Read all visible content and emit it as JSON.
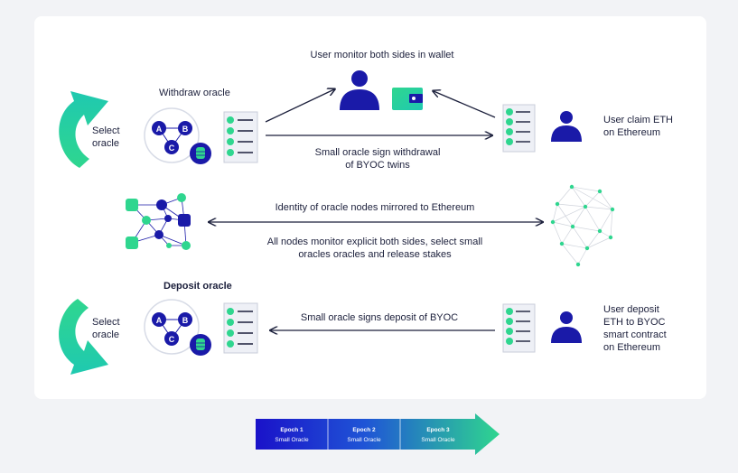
{
  "top": {
    "title": "User monitor both sides in wallet",
    "withdraw_oracle": "Withdraw oracle",
    "select_line1": "Select",
    "select_line2": "oracle",
    "user_claim_line1": "User claim ETH",
    "user_claim_line2": "on Ethereum",
    "sign_line1": "Small oracle sign withdrawal",
    "sign_line2": "of BYOC twins"
  },
  "middle": {
    "identity": "Identity of oracle nodes mirrored to Ethereum",
    "monitor_line1": "All nodes monitor explicit both sides, select small",
    "monitor_line2": "oracles oracles and release stakes"
  },
  "bottom": {
    "deposit_oracle": "Deposit oracle",
    "select_line1": "Select",
    "select_line2": "oracle",
    "signs_deposit": "Small oracle signs deposit of BYOC",
    "user_deposit_line1": "User deposit",
    "user_deposit_line2": "ETH to BYOC",
    "user_deposit_line3": "smart contract",
    "user_deposit_line4": "on Ethereum"
  },
  "oracle_nodes": [
    "A",
    "B",
    "C"
  ],
  "epochs": [
    {
      "title": "Epoch 1",
      "subtitle": "Small Oracle"
    },
    {
      "title": "Epoch 2",
      "subtitle": "Small Oracle"
    },
    {
      "title": "Epoch 3",
      "subtitle": "Small Oracle"
    }
  ],
  "colors": {
    "navy": "#1a1aa8",
    "green": "#2fd68f",
    "teal": "#1fc9b0",
    "epoch1": "#1a12c9",
    "epoch2": "#1f55d6",
    "epoch3": "#1fb5b8"
  }
}
